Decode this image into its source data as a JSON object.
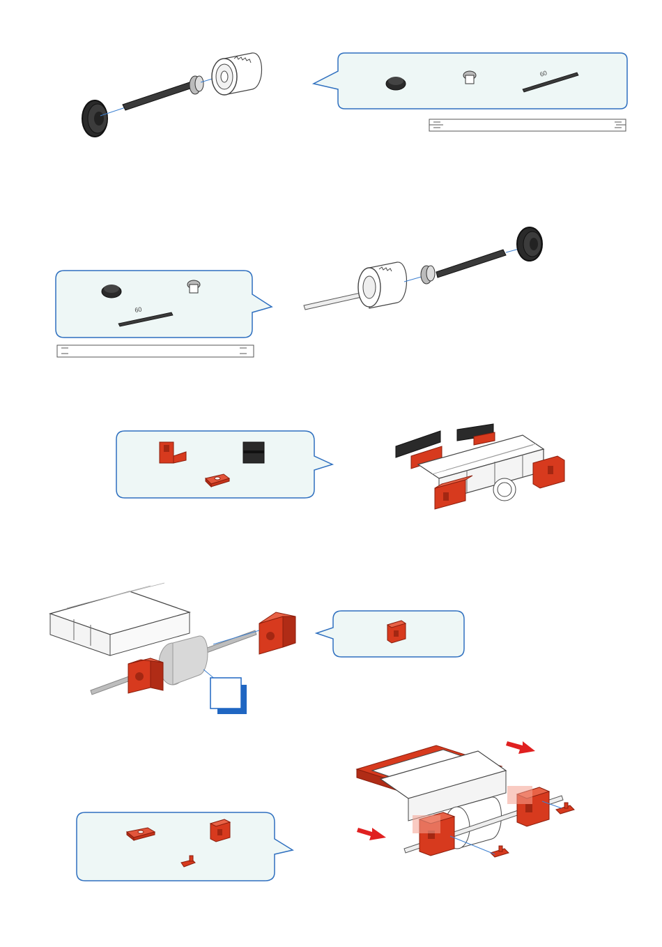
{
  "steps": [
    {
      "id": "step-1",
      "parts": [
        "black-hub-wheel",
        "bevel-gear",
        "axle-60"
      ],
      "axle_label": "60",
      "uses_ruler": true
    },
    {
      "id": "step-2",
      "parts": [
        "black-hub-wheel",
        "bevel-gear",
        "axle-60"
      ],
      "axle_label": "60",
      "uses_ruler": true
    },
    {
      "id": "step-3",
      "parts": [
        "red-angle-block",
        "black-building-block",
        "red-plate-15"
      ]
    },
    {
      "id": "step-4",
      "parts": [
        "red-bearing-block"
      ]
    },
    {
      "id": "step-5",
      "parts": [
        "red-plate-15",
        "red-bearing-block",
        "red-clip"
      ]
    }
  ],
  "colors": {
    "bubble_stroke": "#2e6fbf",
    "bubble_fill": "#eef7f6",
    "part_red": "#d73a1e",
    "part_black": "#2a2a2a",
    "part_white": "#ffffff",
    "outline": "#555555",
    "arrow_red": "#e02020",
    "connector_blue": "#3b7fd0",
    "detail_blue": "#1f66c2"
  },
  "icons": [
    "hub-wheel-icon",
    "bevel-gear-icon",
    "axle-icon",
    "ruler-icon",
    "direction-arrow-icon",
    "detail-callout-icon"
  ]
}
